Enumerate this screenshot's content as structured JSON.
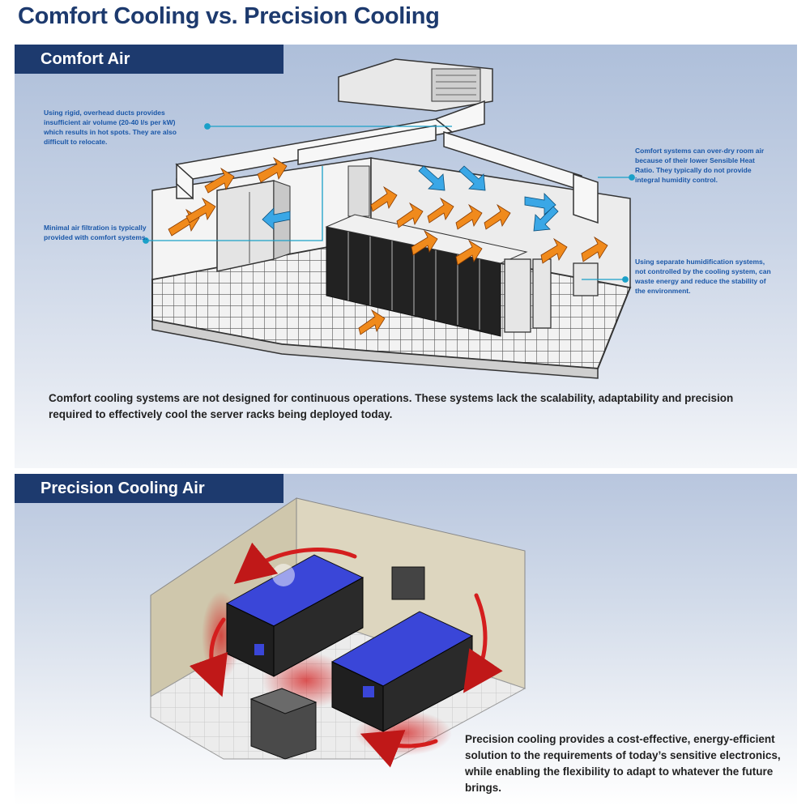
{
  "page": {
    "title": "Comfort Cooling vs. Precision Cooling"
  },
  "comfort": {
    "header": "Comfort Air",
    "callouts": [
      "Using rigid, overhead ducts provides insufficient air volume (20-40 l/s per kW) which results in hot spots. They are also difficult to relocate.",
      "Minimal air filtration is typically provided with comfort systems.",
      "Comfort systems can over-dry room air because of their lower Sensible Heat Ratio. They typically do not provide integral humidity control.",
      "Using separate humidification systems, not controlled by the cooling system, can waste energy and reduce the stability of the environment."
    ],
    "description": "Comfort cooling systems are not designed for continuous operations. These systems lack the scalability, adaptability and precision required to effectively cool the server racks being deployed today."
  },
  "precision": {
    "header": "Precision Cooling Air",
    "description": "Precision cooling provides a cost-effective, energy-efficient solution to the requirements of today’s sensitive electronics, while enabling the flexibility to adapt to whatever the future brings."
  },
  "colors": {
    "header_bg": "#1d3a6e",
    "title": "#1d3a6e",
    "callout_text": "#1a57a8",
    "callout_line": "#1aa0c8",
    "warm_arrow": "#f08a1c",
    "cool_arrow": "#3aa7e6",
    "precision_airflow": "#d41e1e",
    "rack_light": "#3a46d8"
  },
  "icons": [
    "callout-leader-dot",
    "warm-air-arrow",
    "cool-air-arrow",
    "airflow-arc-arrow"
  ]
}
